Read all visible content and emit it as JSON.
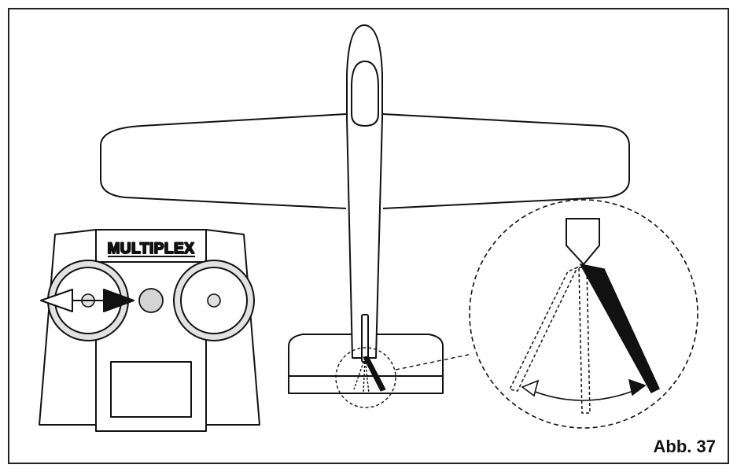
{
  "figure": {
    "caption": "Abb. 37",
    "transmitter": {
      "brand": "MULTIPLEX"
    }
  },
  "colors": {
    "ink": "#111111",
    "frame": "#222222",
    "paper": "#ffffff",
    "ring": "#d8d8d8"
  },
  "icons": {
    "left_arrow": "hollow-arrowhead-left",
    "right_arrow": "solid-arrowhead-right"
  }
}
